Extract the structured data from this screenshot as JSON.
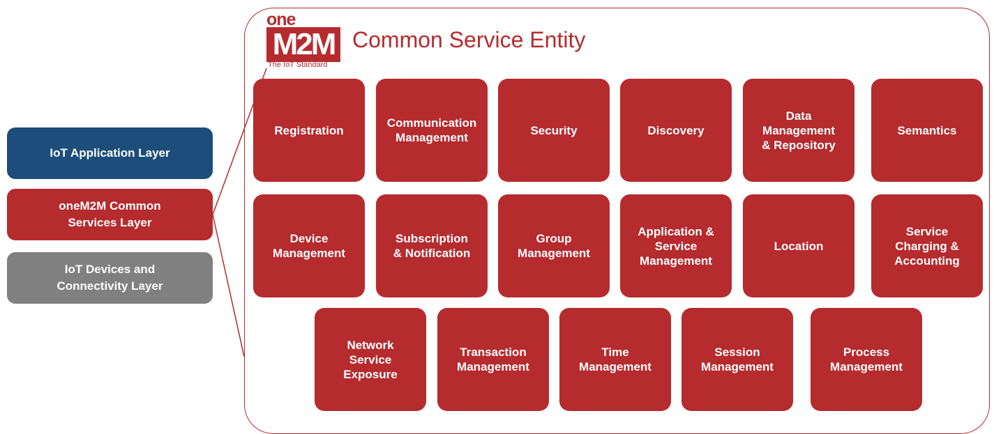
{
  "colors": {
    "red": "#b52b2e",
    "blue": "#1d4d7a",
    "gray": "#808080",
    "white": "#ffffff"
  },
  "layers": [
    {
      "label": "IoT Application Layer",
      "color": "#1d4d7a"
    },
    {
      "label": "oneM2M Common\nServices Layer",
      "color": "#b52b2e"
    },
    {
      "label": "IoT Devices and\nConnectivity Layer",
      "color": "#808080"
    }
  ],
  "logo": {
    "top": "one",
    "mark": "M2M",
    "tagline": "The IoT Standard"
  },
  "entity": {
    "title": "Common Service Entity"
  },
  "functions": [
    "Registration",
    "Communication\nManagement",
    "Security",
    "Discovery",
    "Data\nManagement\n& Repository",
    "Semantics",
    "Device\nManagement",
    "Subscription\n& Notification",
    "Group\nManagement",
    "Application &\nService\nManagement",
    "Location",
    "Service\nCharging &\nAccounting",
    "Network\nService\nExposure",
    "Transaction\nManagement",
    "Time\nManagement",
    "Session\nManagement",
    "Process\nManagement"
  ]
}
